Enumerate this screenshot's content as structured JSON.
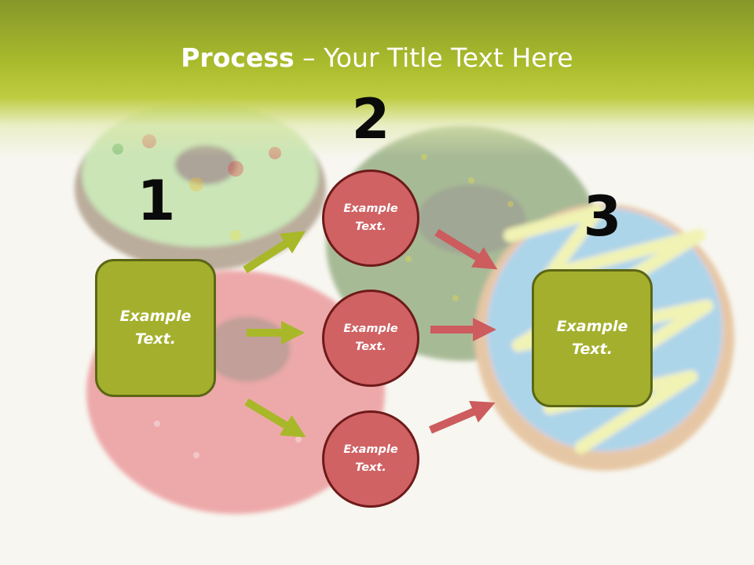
{
  "title": {
    "bold": "Process",
    "rest": " – Your Title Text Here"
  },
  "steps": [
    {
      "number": "1",
      "box_text": "Example Text."
    },
    {
      "number": "2",
      "circles": [
        "Example Text.",
        "Example Text.",
        "Example Text."
      ]
    },
    {
      "number": "3",
      "box_text": "Example Text."
    }
  ],
  "colors": {
    "header": "#a9bb2c",
    "box_fill": "#a4b02d",
    "box_border": "#5c6616",
    "circle_fill": "#d06264",
    "circle_border": "#6e1a1a",
    "green_arrow": "#a8b828",
    "red_arrow": "#cc5c5e"
  }
}
